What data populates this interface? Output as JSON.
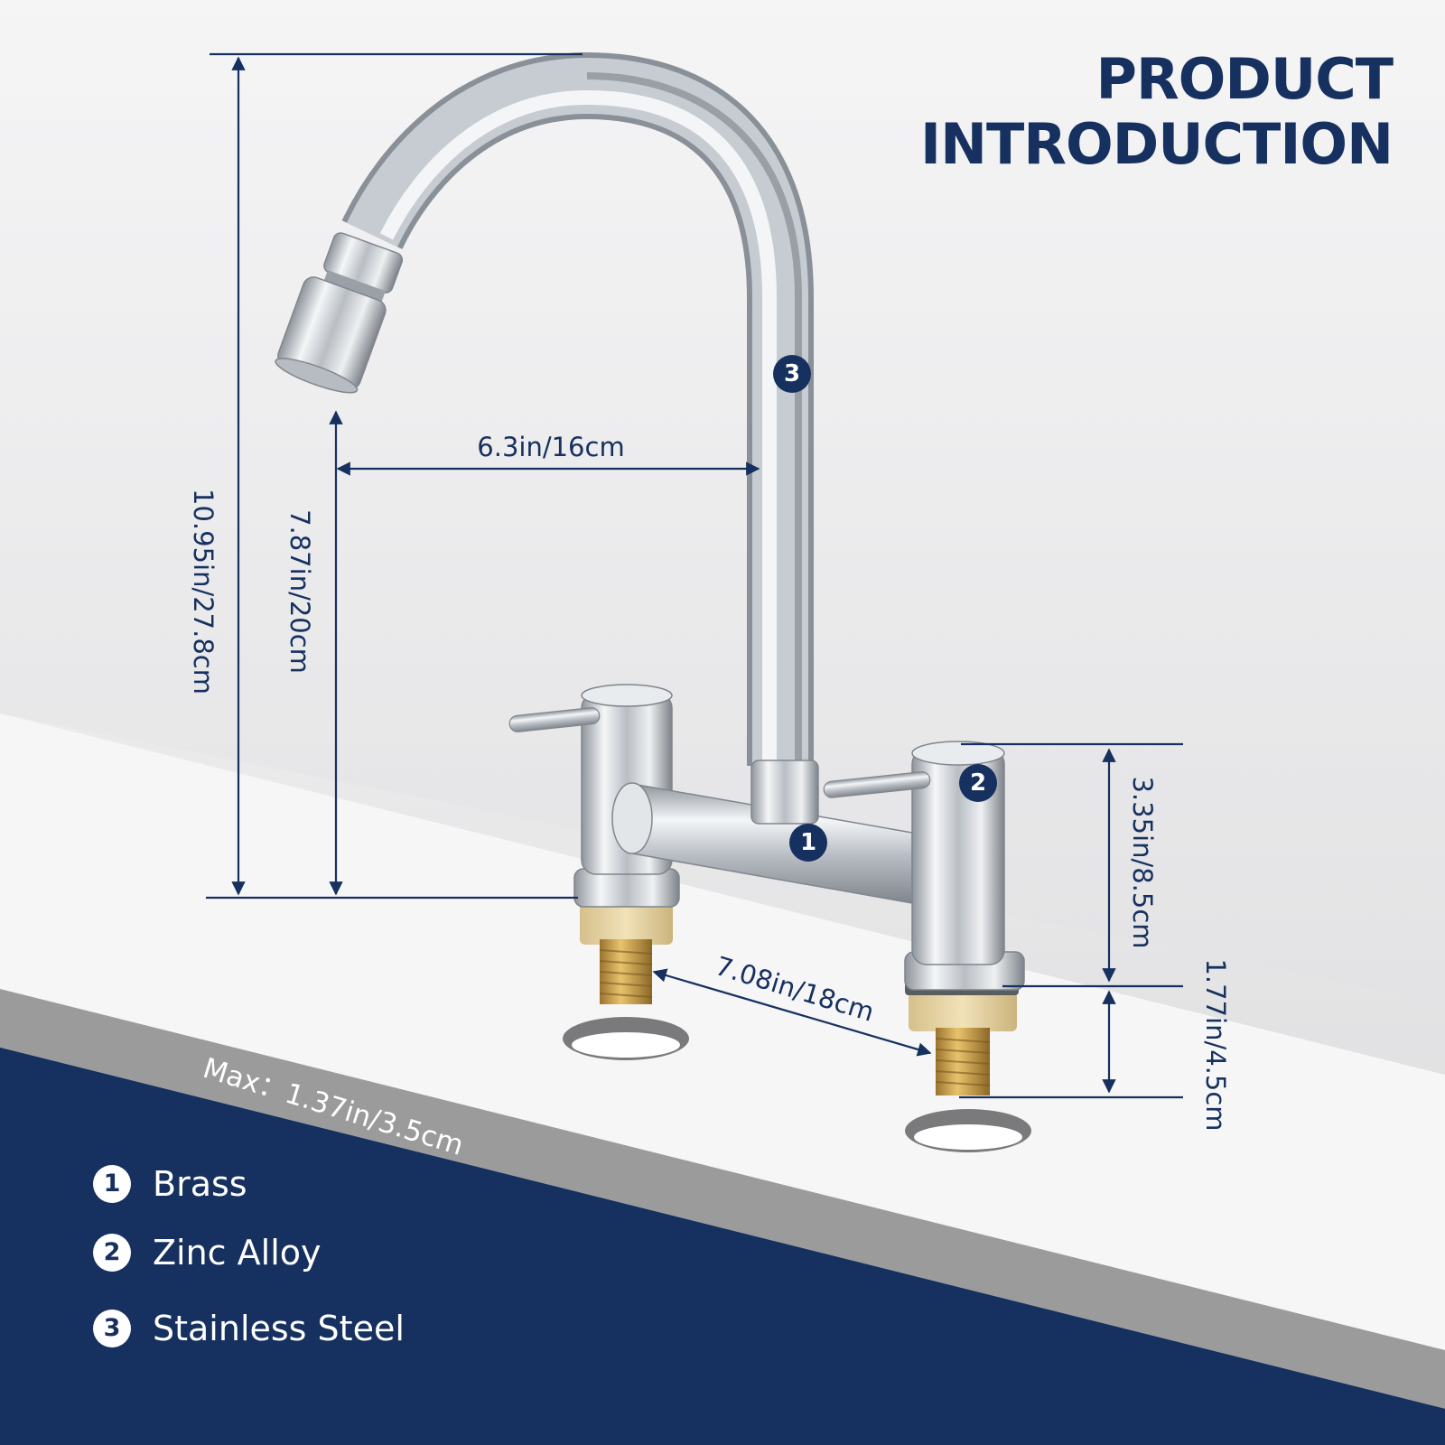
{
  "header": {
    "title_line1": "PRODUCT",
    "title_line2": "INTRODUCTION"
  },
  "dimensions": {
    "total_height": "10.95in/27.8cm",
    "spout_height": "7.87in/20cm",
    "spout_reach": "6.3in/16cm",
    "handle_height": "3.35in/8.5cm",
    "shank_length": "1.77in/4.5cm",
    "center_spacing": "7.08in/18cm",
    "max_deck_thickness": "Max：1.37in/3.5cm"
  },
  "materials": [
    {
      "number": "1",
      "label": "Brass"
    },
    {
      "number": "2",
      "label": "Zinc Alloy"
    },
    {
      "number": "3",
      "label": "Stainless Steel"
    }
  ],
  "callouts": {
    "spout": "3",
    "handle": "2",
    "body": "1"
  },
  "colors": {
    "accent": "#16305f",
    "counter_edge": "#9b9b9b",
    "chrome": "#c9cdd2",
    "brass": "#d4a94f"
  }
}
